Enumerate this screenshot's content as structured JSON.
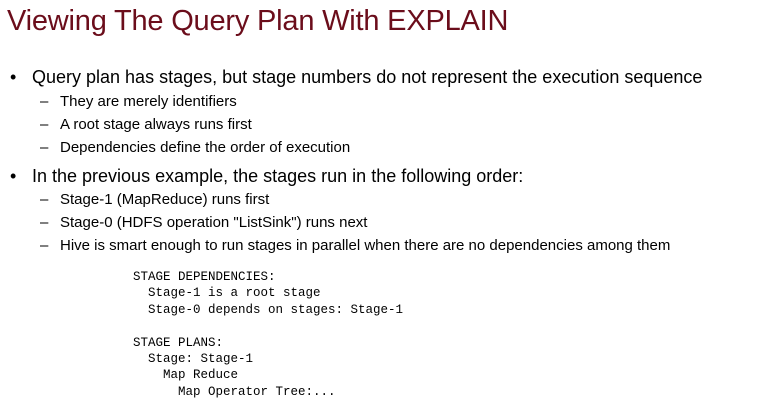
{
  "title": "Viewing The Query Plan With EXPLAIN",
  "bullet_mark": "•",
  "dash_mark": "–",
  "bullets": [
    {
      "text": "Query plan has stages, but stage numbers do not represent the execution sequence",
      "subs": [
        "They are merely identifiers",
        "A root stage always runs first",
        "Dependencies define the order of execution"
      ]
    },
    {
      "text": "In the previous example, the stages run in the following order:",
      "subs": [
        "Stage-1 (MapReduce) runs first",
        "Stage-0 (HDFS operation \"ListSink\") runs next",
        "Hive is smart enough to run stages in parallel when there are no dependencies among them"
      ]
    }
  ],
  "code_lines": [
    "STAGE DEPENDENCIES:",
    "  Stage-1 is a root stage",
    "  Stage-0 depends on stages: Stage-1",
    "",
    "STAGE PLANS:",
    "  Stage: Stage-1",
    "    Map Reduce",
    "      Map Operator Tree:..."
  ]
}
